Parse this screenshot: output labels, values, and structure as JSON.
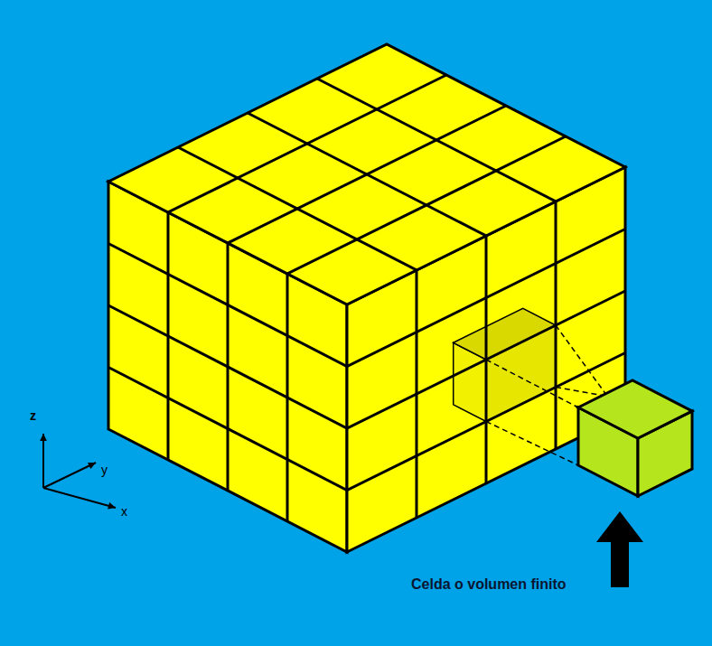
{
  "diagram": {
    "labels": [
      "z",
      "y",
      "x",
      "Celda o volumen finito"
    ]
  }
}
